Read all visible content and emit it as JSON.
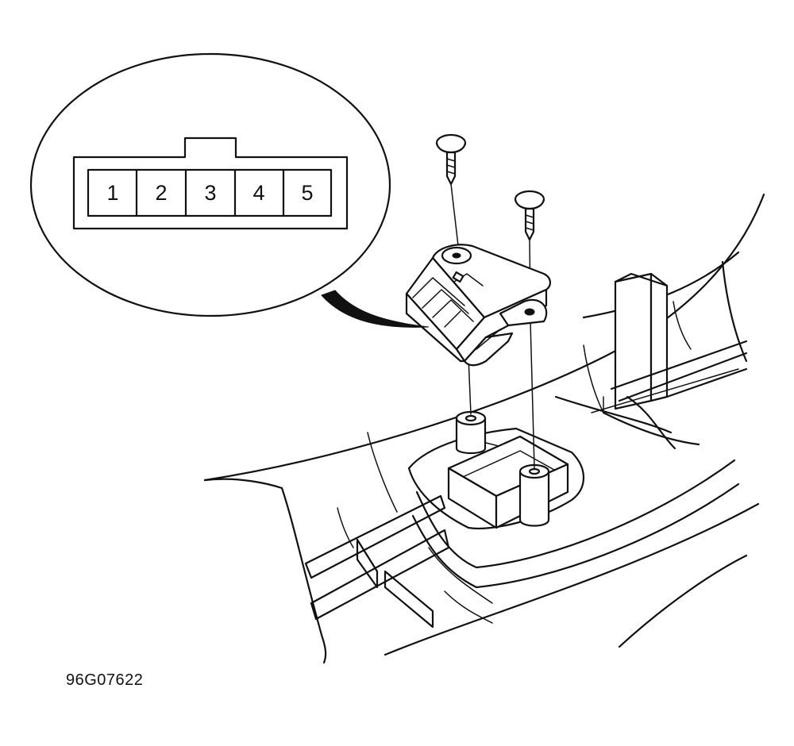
{
  "connector_view": {
    "pins": [
      "1",
      "2",
      "3",
      "4",
      "5"
    ]
  },
  "figure_id": "96G07622"
}
